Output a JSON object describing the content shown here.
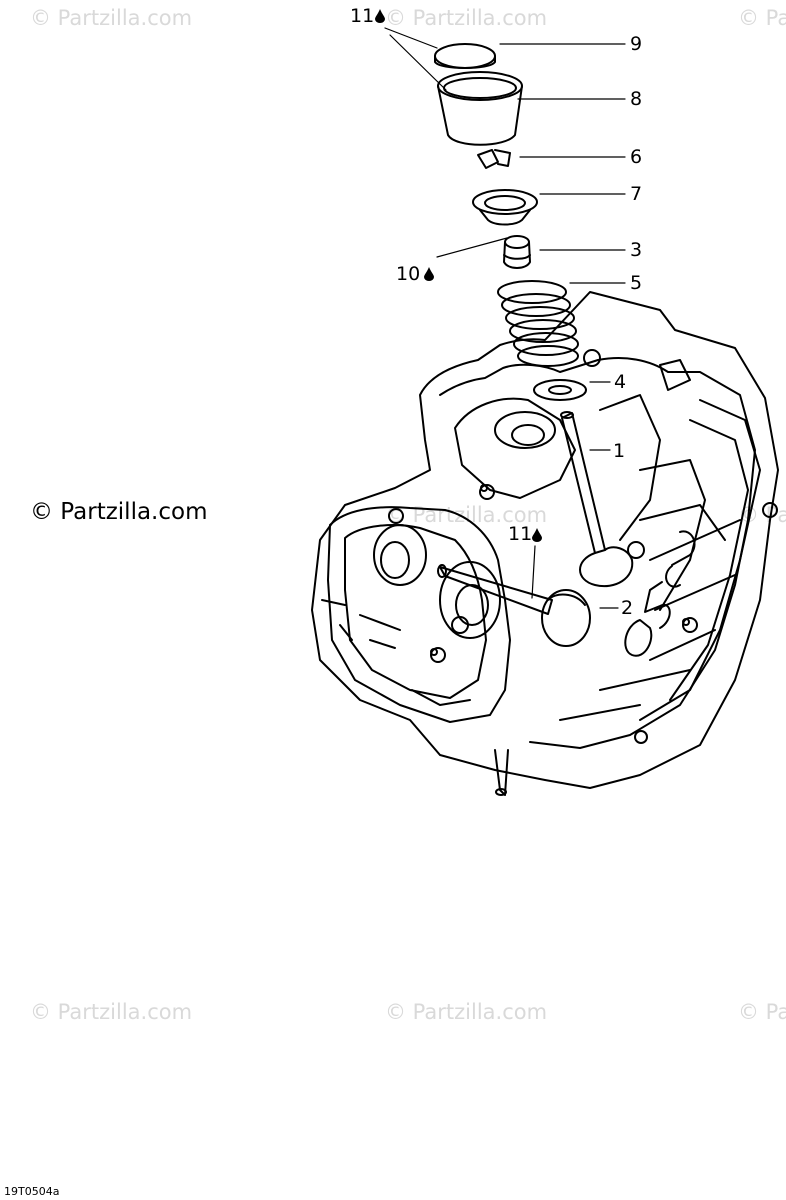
{
  "watermarks": {
    "text": "© Partzilla.com",
    "partial": "© Pa",
    "main": "© Partzilla.com"
  },
  "callouts": {
    "c1": "1",
    "c2": "2",
    "c3": "3",
    "c4": "4",
    "c5": "5",
    "c6": "6",
    "c7": "7",
    "c8": "8",
    "c9": "9",
    "c10": "10",
    "c11_top": "11",
    "c11_mid": "11"
  },
  "diagram_code": "19T0504a",
  "icons": {
    "lubricant_drop": "drop-icon"
  }
}
